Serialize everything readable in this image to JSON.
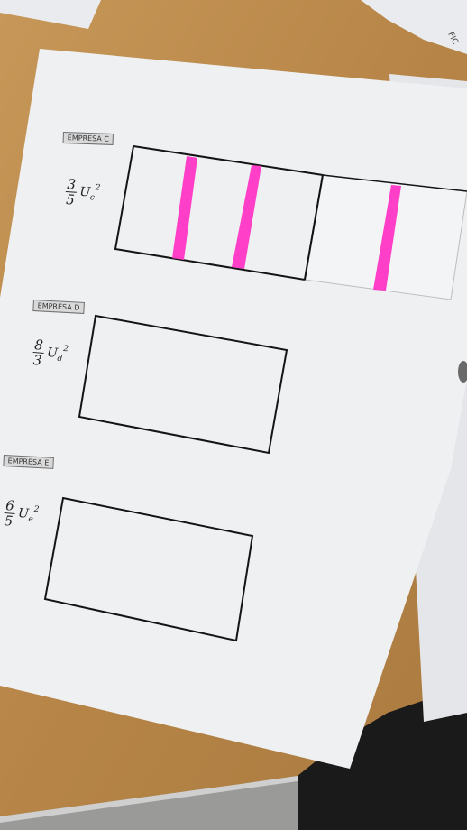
{
  "sections": [
    {
      "label": "EMPRESA C",
      "coef_num": "3",
      "coef_den": "5",
      "var": "U",
      "sub": "c",
      "exp": "2",
      "marker_count": 3
    },
    {
      "label": "EMPRESA D",
      "coef_num": "8",
      "coef_den": "3",
      "var": "U",
      "sub": "d",
      "exp": "2",
      "marker_count": 0
    },
    {
      "label": "EMPRESA E",
      "coef_num": "6",
      "coef_den": "5",
      "var": "U",
      "sub": "e",
      "exp": "2",
      "marker_count": 0
    }
  ],
  "corner_paper_text": "FIC",
  "colors": {
    "table": "#b98a4c",
    "paper": "#eef0f2",
    "marker": "#ff3fc8",
    "ink": "#141414",
    "floor": "#1a1a1a"
  }
}
